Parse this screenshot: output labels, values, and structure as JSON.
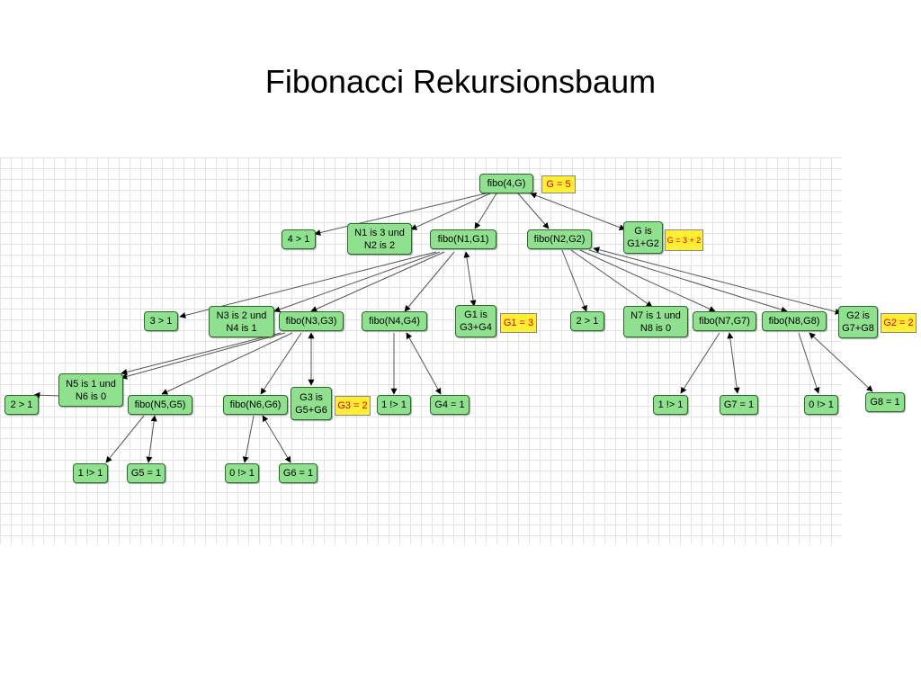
{
  "title": "Fibonacci Rekursionsbaum",
  "nodes": {
    "fibo4G": "fibo(4,G)",
    "c4gt1": "4 > 1",
    "n1n2": "N1 is 3 und\nN2 is 2",
    "fiboN1G1": "fibo(N1,G1)",
    "fiboN2G2": "fibo(N2,G2)",
    "gsum": "G is\nG1+G2",
    "c3gt1": "3 > 1",
    "n3n4": "N3 is 2 und\nN4 is 1",
    "fiboN3G3": "fibo(N3,G3)",
    "fiboN4G4": "fibo(N4,G4)",
    "g1sum": "G1 is\nG3+G4",
    "c2gt1a": "2 > 1",
    "n7n8": "N7 is 1 und\nN8 is 0",
    "fiboN7G7": "fibo(N7,G7)",
    "fiboN8G8": "fibo(N8,G8)",
    "g2sum": "G2 is\nG7+G8",
    "n5n6": "N5 is 1 und\nN6 is 0",
    "c2gt1b": "2 > 1",
    "fiboN5G5": "fibo(N5,G5)",
    "fiboN6G6": "fibo(N6,G6)",
    "g3sum": "G3 is\nG5+G6",
    "c1ngt1a": "1 !> 1",
    "g4eq1": "G4 = 1",
    "c1ngt1b": "1 !> 1",
    "g7eq1": "G7 = 1",
    "c0ngt1a": "0 !> 1",
    "g8eq1": "G8 = 1",
    "c1ngt1c": "1 !> 1",
    "g5eq1": "G5 = 1",
    "c0ngt1b": "0 !> 1",
    "g6eq1": "G6 = 1"
  },
  "values": {
    "g": "G = 5",
    "gdetail": "G = 3 + 2",
    "g1": "G1 = 3",
    "g2": "G2 = 2",
    "g3": "G3 = 2"
  },
  "colors": {
    "node_fill": "#8fe08f",
    "node_border": "#2b6b2b",
    "value_fill": "#ffee33",
    "value_text": "#e00000",
    "grid": "#e4e4e4"
  }
}
